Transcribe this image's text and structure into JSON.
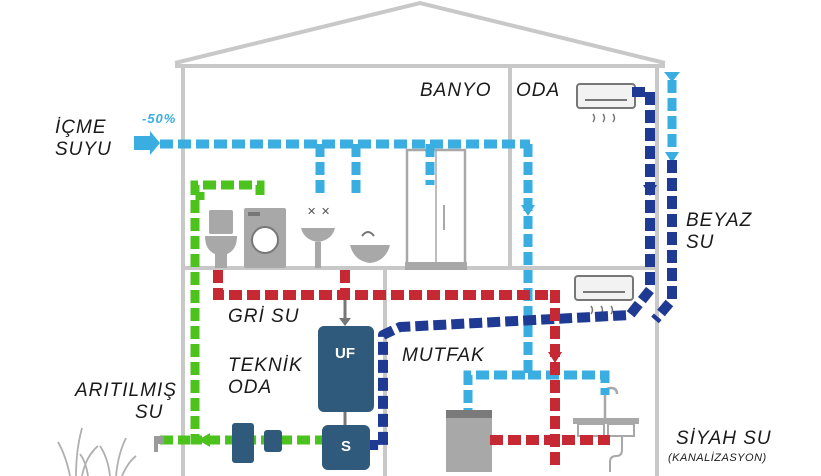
{
  "labels": {
    "drinking_water_line1": "İÇME",
    "drinking_water_line2": "SUYU",
    "reduction": "-50%",
    "bathroom": "BANYO",
    "room": "ODA",
    "white_water_line1": "BEYAZ",
    "white_water_line2": "SU",
    "grey_water": "GRİ SU",
    "technical_room_line1": "TEKNİK",
    "technical_room_line2": "ODA",
    "kitchen": "MUTFAK",
    "treated_water_line1": "ARITILMIŞ",
    "treated_water_line2": "SU",
    "black_water": "SİYAH SU",
    "sewage": "(KANALİZASYON)",
    "uf_tank": "UF",
    "s_tank": "S"
  },
  "colors": {
    "drinking": "#3aaee0",
    "white": "#1f3a93",
    "grey": "#c62834",
    "treated": "#4cc21c",
    "tank": "#2f5a7c",
    "house": "#c8c8c8",
    "fixture": "#9a9a9a"
  },
  "icons": [
    "house-outline",
    "air-conditioner-icon",
    "toilet-icon",
    "washing-machine-icon",
    "sink-icon",
    "shower-cabin-icon",
    "dishwasher-icon",
    "kitchen-sink-icon",
    "grass-icon"
  ]
}
